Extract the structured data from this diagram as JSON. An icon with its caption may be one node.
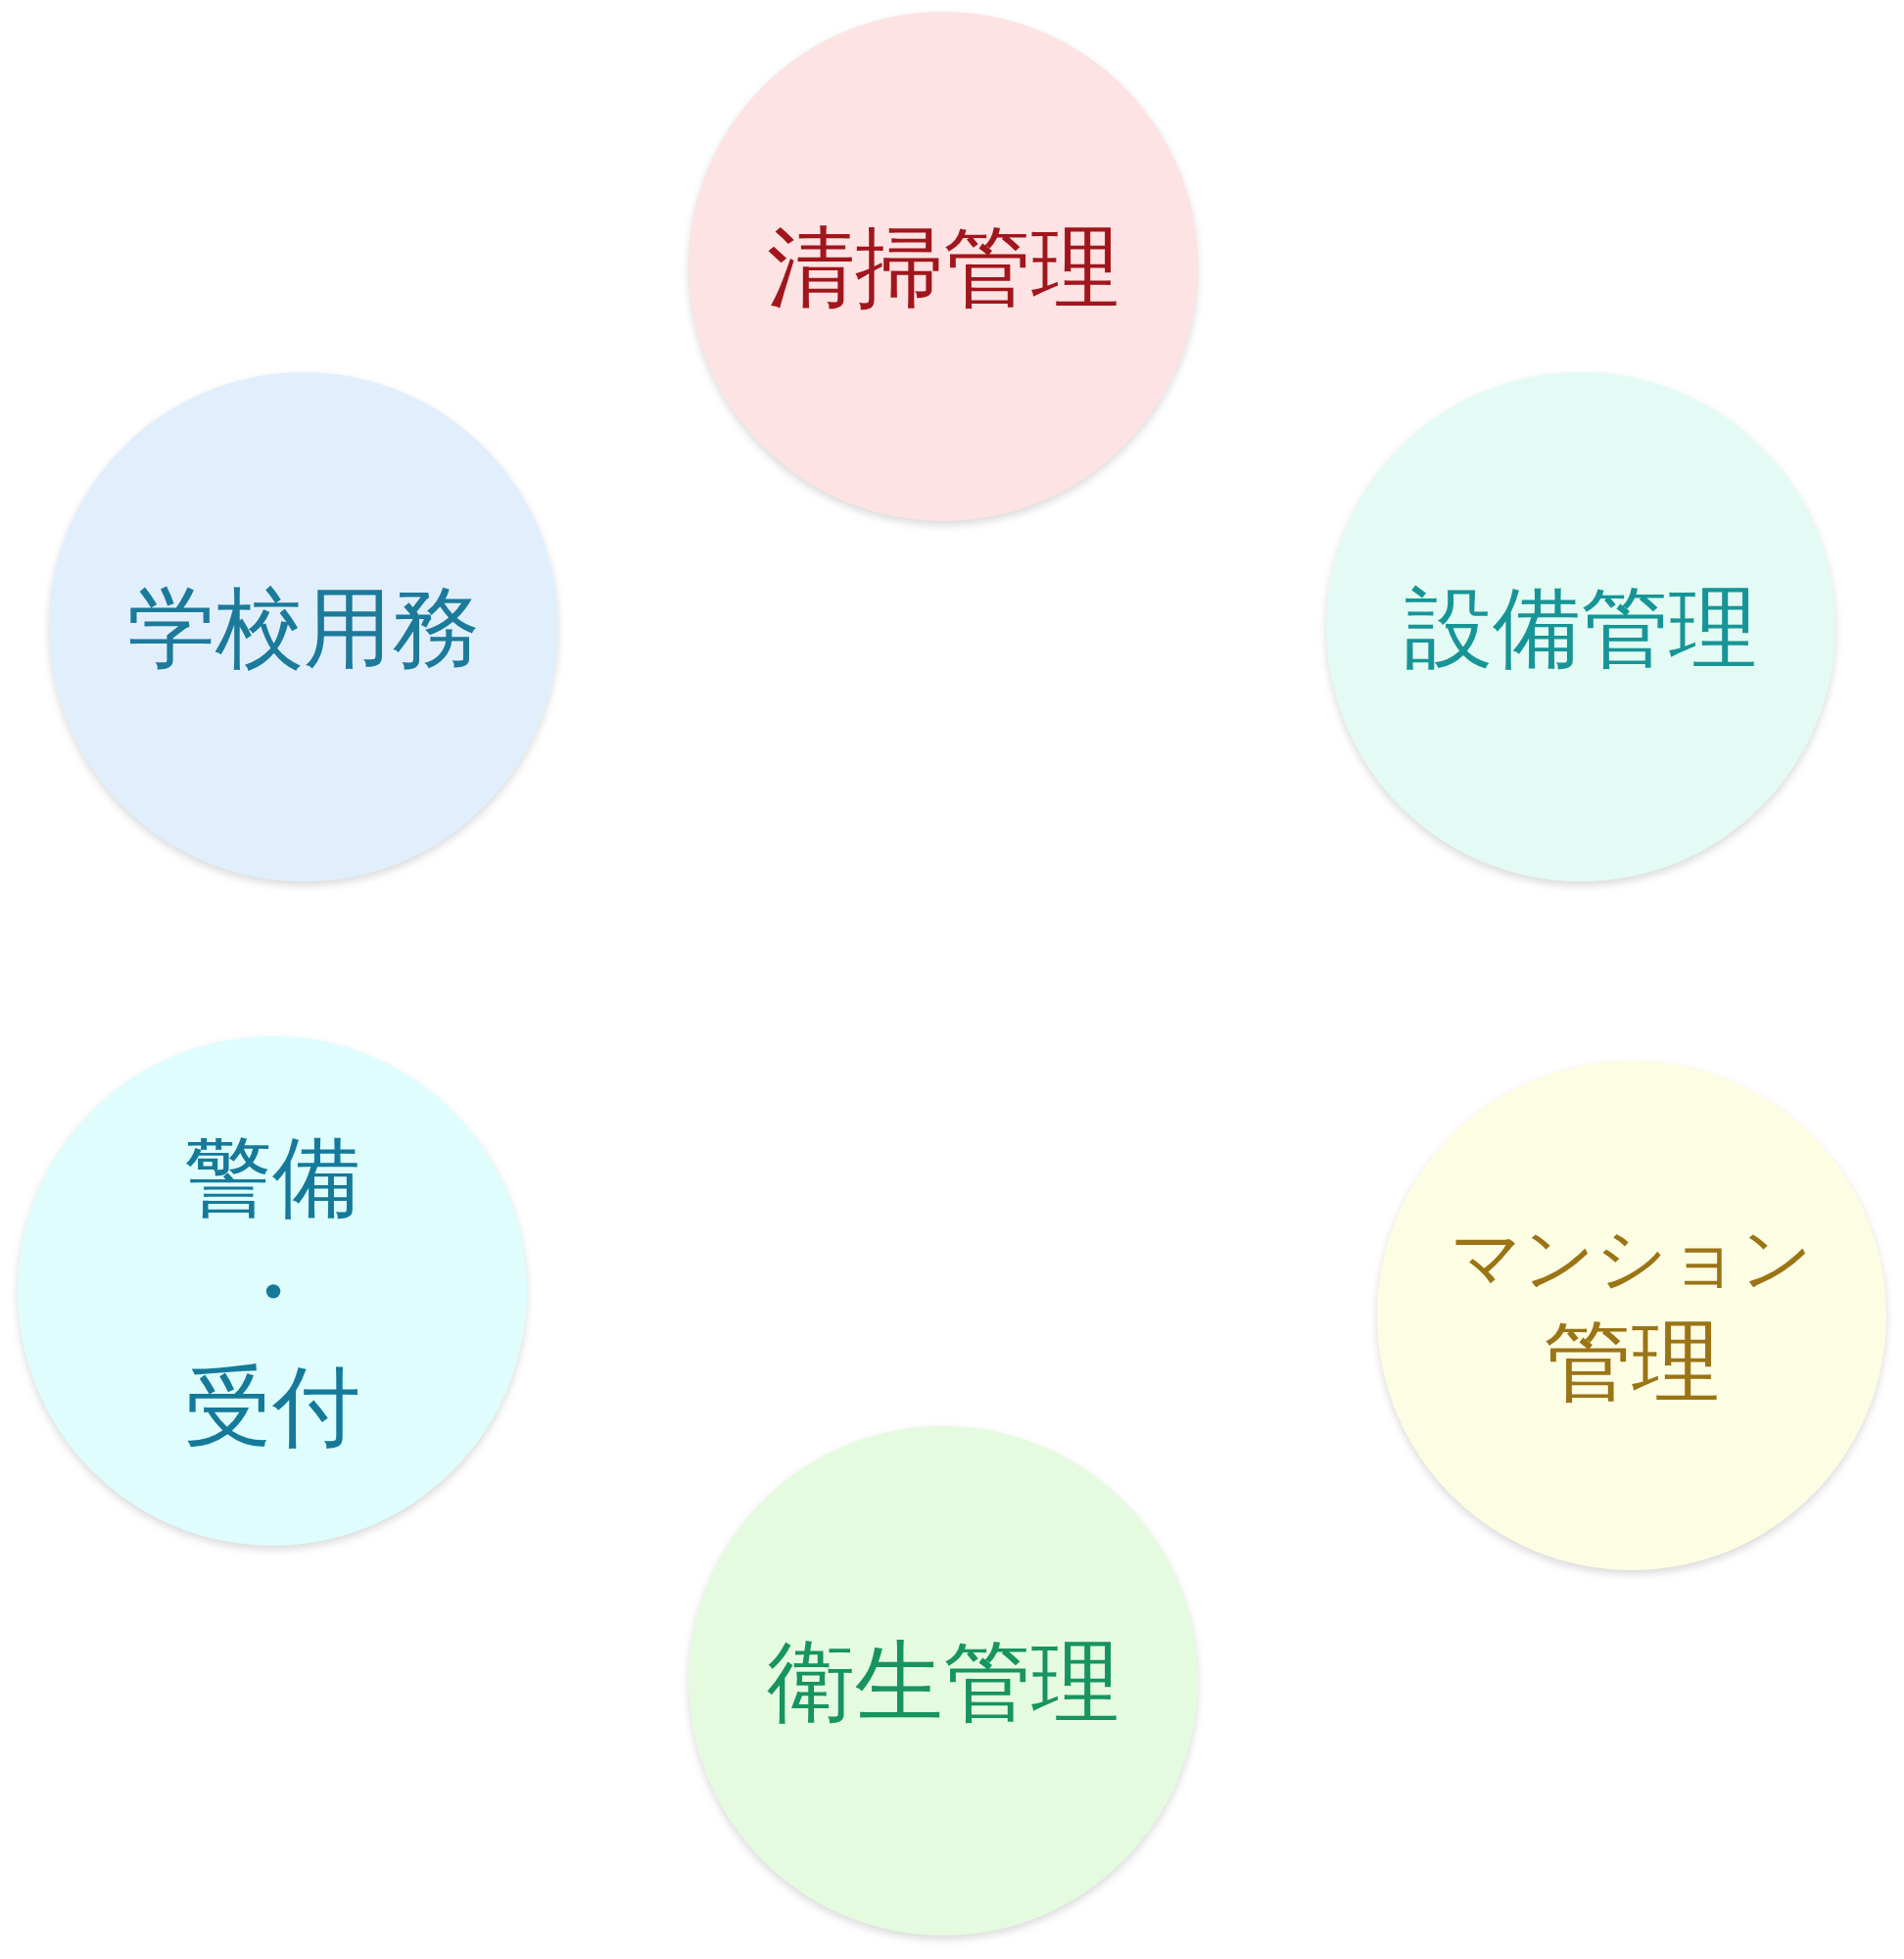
{
  "diagram": {
    "nodes": [
      {
        "text": [
          "清掃管理"
        ]
      },
      {
        "text": [
          "学校用務"
        ]
      },
      {
        "text": [
          "設備管理"
        ]
      },
      {
        "text": [
          "警備",
          "・",
          "受付"
        ]
      },
      {
        "text": [
          "マンション",
          "管理"
        ]
      },
      {
        "text": [
          "衛生管理"
        ]
      }
    ]
  }
}
